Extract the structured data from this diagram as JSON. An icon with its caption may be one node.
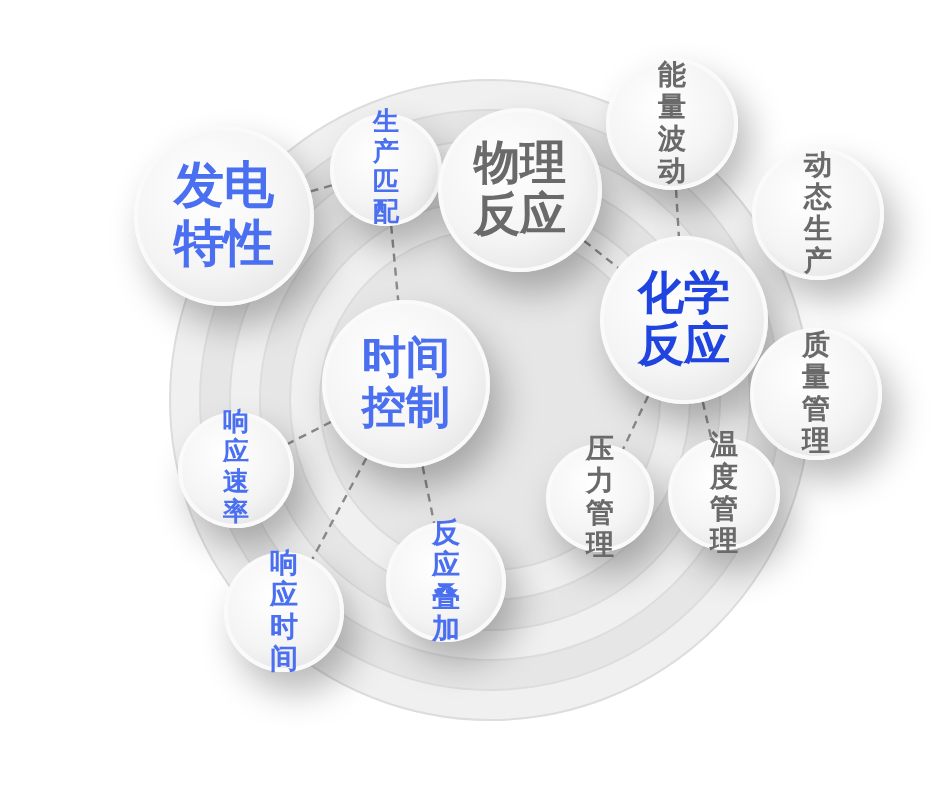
{
  "diagram": {
    "nodes": [
      {
        "text": [
          "发电特性"
        ]
      },
      {
        "text": [
          "生产匹配"
        ]
      },
      {
        "text": [
          "物理反应"
        ]
      },
      {
        "text": [
          "能量波动"
        ]
      },
      {
        "text": [
          "动态生产"
        ]
      },
      {
        "text": [
          "化学反应"
        ]
      },
      {
        "text": [
          "质量管理"
        ]
      },
      {
        "text": [
          "时间控制"
        ]
      },
      {
        "text": [
          "响应速率"
        ]
      },
      {
        "text": [
          "压力管理"
        ]
      },
      {
        "text": [
          "温度管理"
        ]
      },
      {
        "text": [
          "响应时间"
        ]
      },
      {
        "text": [
          "反应叠加"
        ]
      }
    ],
    "edges": [
      {
        "from": 0,
        "to": 1,
        "arrow": "none",
        "style": "dashed"
      },
      {
        "from": 1,
        "to": 7,
        "arrow": "none",
        "style": "dashed"
      },
      {
        "from": 2,
        "to": 5,
        "arrow": "none",
        "style": "dashed"
      },
      {
        "from": 3,
        "to": 5,
        "arrow": "none",
        "style": "dashed"
      },
      {
        "from": 7,
        "to": 8,
        "arrow": "none",
        "style": "dashed"
      },
      {
        "from": 7,
        "to": 11,
        "arrow": "none",
        "style": "dashed"
      },
      {
        "from": 7,
        "to": 12,
        "arrow": "none",
        "style": "dashed"
      },
      {
        "from": 5,
        "to": 9,
        "arrow": "none",
        "style": "dashed"
      },
      {
        "from": 5,
        "to": 10,
        "arrow": "none",
        "style": "dashed"
      }
    ]
  }
}
